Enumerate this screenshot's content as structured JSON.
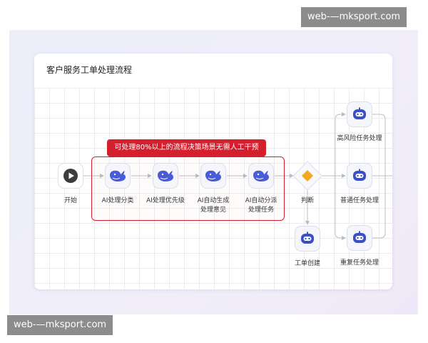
{
  "watermark": {
    "top": "web-—mksport.com",
    "bottom": "web-—mksport.com"
  },
  "card": {
    "title": "客户服务工单处理流程"
  },
  "banner": "可处理80%以上的流程决策场景无需人工干预",
  "nodes": {
    "start": {
      "label": "开始",
      "icon": "play-icon"
    },
    "ai_classify": {
      "label": "AI处理分类",
      "icon": "whale-icon"
    },
    "ai_priority": {
      "label": "AI处理优先级",
      "icon": "whale-icon"
    },
    "ai_opinion": {
      "label_line1": "AI自动生成",
      "label_line2": "处理意见",
      "icon": "whale-icon"
    },
    "ai_dispatch": {
      "label_line1": "AI自动分派",
      "label_line2": "处理任务",
      "icon": "whale-icon"
    },
    "judge": {
      "label": "判断",
      "icon": "diamond-icon"
    },
    "create_ticket": {
      "label": "工单创建",
      "icon": "robot-icon"
    },
    "high_risk": {
      "label": "高风险任务处理",
      "icon": "robot-icon"
    },
    "normal": {
      "label": "普通任务处理",
      "icon": "robot-icon"
    },
    "repeat": {
      "label": "重复任务处理",
      "icon": "robot-icon"
    }
  },
  "colors": {
    "accent_red": "#d4202e",
    "whale_blue": "#4a5bd6",
    "robot_blue": "#3a4fc4",
    "diamond_orange": "#f5a623",
    "edge_gray": "#b8bcc6"
  }
}
